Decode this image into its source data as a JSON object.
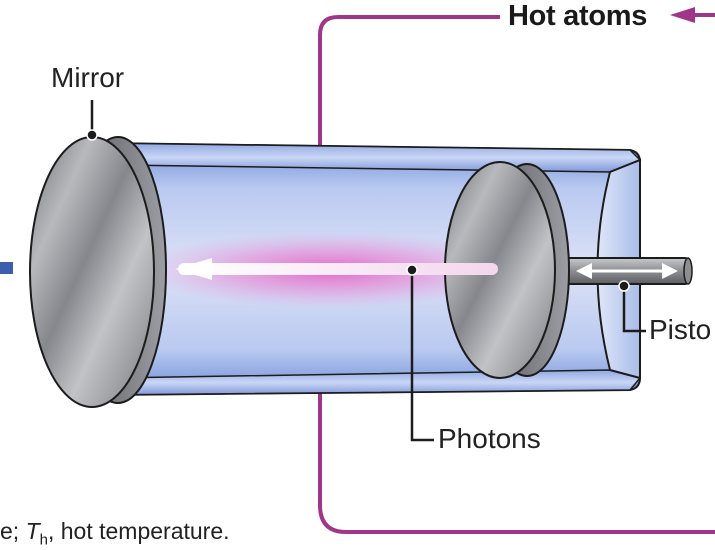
{
  "labels": {
    "hot_atoms": "Hot atoms",
    "mirror": "Mirror",
    "photons": "Photons",
    "piston": "Pisto",
    "caption_prefix": "e; ",
    "caption_symbol": "T",
    "caption_subscript": "h",
    "caption_suffix": ", hot temperature."
  },
  "colors": {
    "arrow_magenta": "#a0368a",
    "cylinder_blue": "#9fb6e6",
    "beam_pink": "#d64fb8",
    "mirror_gray": "#8e8f93",
    "outline": "#1c1c1c",
    "left_marker_blue": "#3b5fae"
  }
}
